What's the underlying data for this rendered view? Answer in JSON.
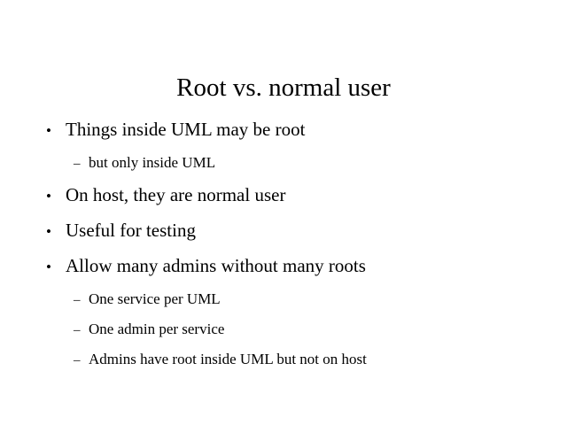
{
  "slide": {
    "title": "Root vs. normal user",
    "background_color": "#ffffff",
    "text_color": "#000000",
    "markers": {
      "level_1": "•",
      "level_2": "–"
    },
    "bullets": [
      {
        "level": 1,
        "text": "Things inside UML may be root"
      },
      {
        "level": 2,
        "text": "but only inside UML"
      },
      {
        "level": 1,
        "text": "On host, they are normal user"
      },
      {
        "level": 1,
        "text": "Useful for testing"
      },
      {
        "level": 1,
        "text": "Allow many admins without many roots"
      },
      {
        "level": 2,
        "text": "One service per UML"
      },
      {
        "level": 2,
        "text": "One admin per service"
      },
      {
        "level": 2,
        "text": "Admins have root inside UML but not on host"
      }
    ]
  }
}
